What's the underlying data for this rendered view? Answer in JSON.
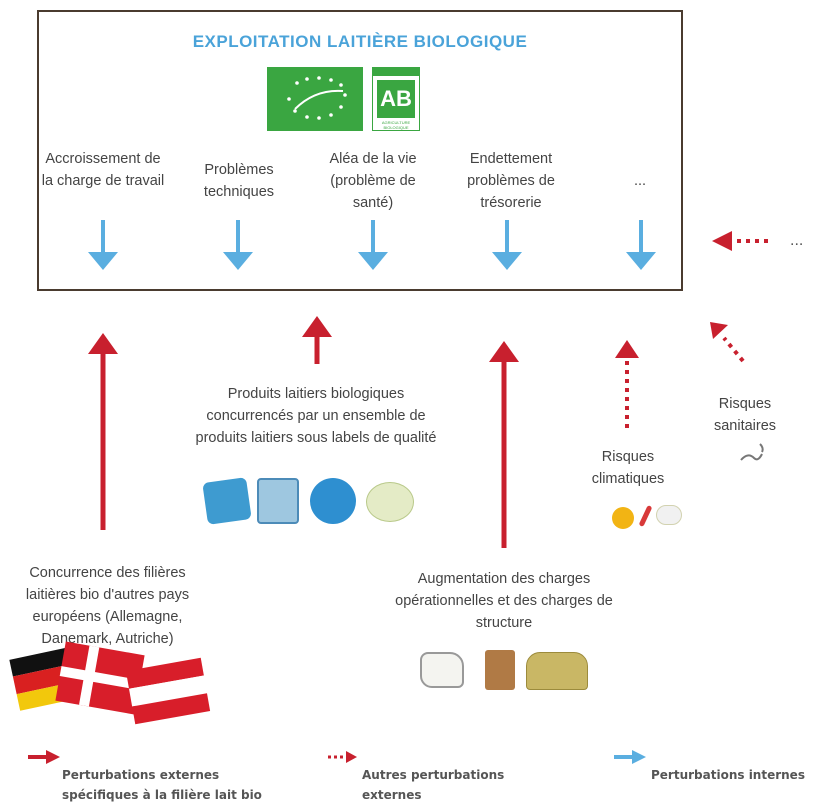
{
  "box": {
    "title": "EXPLOITATION LAITIÈRE BIOLOGIQUE",
    "ab_logo_letters": "AB",
    "ab_logo_caption": "AGRICULTURE BIOLOGIQUE",
    "internal_causes": [
      "Accroissement de la charge de travail",
      "Problèmes techniques",
      "Aléa de la vie (problème de santé)",
      "Endettement problèmes de trésorerie",
      "..."
    ]
  },
  "right_ellipsis": "...",
  "external": {
    "competition": "Concurrence des filières laitières bio d'autres pays européens (Allemagne, Danemark, Autriche)",
    "labels": "Produits laitiers biologiques concurrencés par un ensemble de produits laitiers sous labels de qualité",
    "charges": "Augmentation des charges opérationnelles et des charges de structure",
    "climate": "Risques climatiques",
    "sanitary": "Risques sanitaires"
  },
  "legend": {
    "specific": "Perturbations externes spécifiques à la filière lait bio",
    "other": "Autres perturbations externes",
    "internal": "Perturbations internes"
  },
  "colors": {
    "red": "#c8202e",
    "blue": "#5aaee0",
    "green": "#3aa641",
    "frame": "#4a3b2f"
  },
  "icons": {
    "eu": "eu-organic-leaf-icon",
    "ab": "ab-logo-icon",
    "flags": [
      "germany-flag-icon",
      "denmark-flag-icon",
      "austria-flag-icon"
    ],
    "labels": [
      "label-1-icon",
      "label-2-icon",
      "label-3-icon",
      "label-4-icon"
    ],
    "charges": [
      "machine-icon",
      "feed-bag-icon",
      "hay-bales-icon"
    ],
    "climate": [
      "sun-icon",
      "thermometer-icon",
      "cloud-icon"
    ],
    "sanitary": "germ-icon"
  }
}
